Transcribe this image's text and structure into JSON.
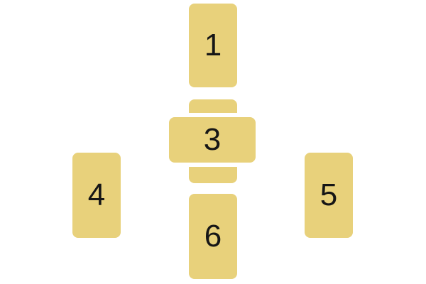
{
  "palette": {
    "background": "#ffffff",
    "card_fill": "#e8d17b",
    "number_color": "#161616",
    "card3_outline": "#ffffff"
  },
  "spread": {
    "cards": [
      {
        "name": "card-1",
        "label": "1",
        "orientation": "vertical",
        "position": "top-center"
      },
      {
        "name": "card-2",
        "label": "",
        "orientation": "vertical",
        "position": "center-behind-card-3"
      },
      {
        "name": "card-3",
        "label": "3",
        "orientation": "horizontal",
        "position": "center-front"
      },
      {
        "name": "card-4",
        "label": "4",
        "orientation": "vertical",
        "position": "middle-left"
      },
      {
        "name": "card-5",
        "label": "5",
        "orientation": "vertical",
        "position": "middle-right"
      },
      {
        "name": "card-6",
        "label": "6",
        "orientation": "vertical",
        "position": "bottom-center"
      }
    ]
  }
}
